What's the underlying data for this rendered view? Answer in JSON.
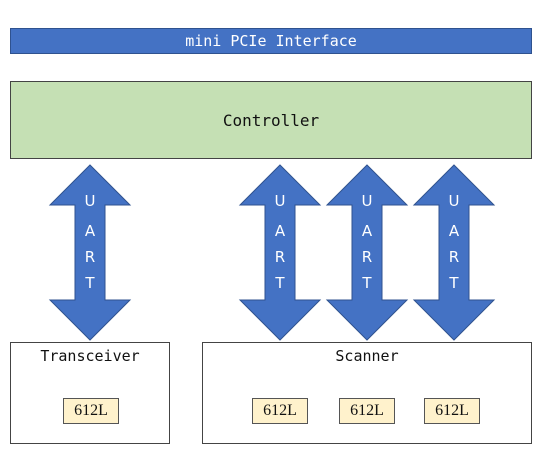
{
  "pcie": {
    "label": "mini PCIe Interface"
  },
  "controller": {
    "label": "Controller"
  },
  "transceiver": {
    "label": "Transceiver",
    "chips": [
      "612L"
    ]
  },
  "scanner": {
    "label": "Scanner",
    "chips": [
      "612L",
      "612L",
      "612L"
    ]
  },
  "arrows": [
    {
      "letters": [
        "U",
        "A",
        "R",
        "T"
      ]
    },
    {
      "letters": [
        "U",
        "A",
        "R",
        "T"
      ]
    },
    {
      "letters": [
        "U",
        "A",
        "R",
        "T"
      ]
    },
    {
      "letters": [
        "U",
        "A",
        "R",
        "T"
      ]
    }
  ],
  "colors": {
    "pcie_fill": "#4472c4",
    "controller_fill": "#c5e0b4",
    "arrow_fill": "#4472c4",
    "chip_fill": "#fff2cc"
  }
}
